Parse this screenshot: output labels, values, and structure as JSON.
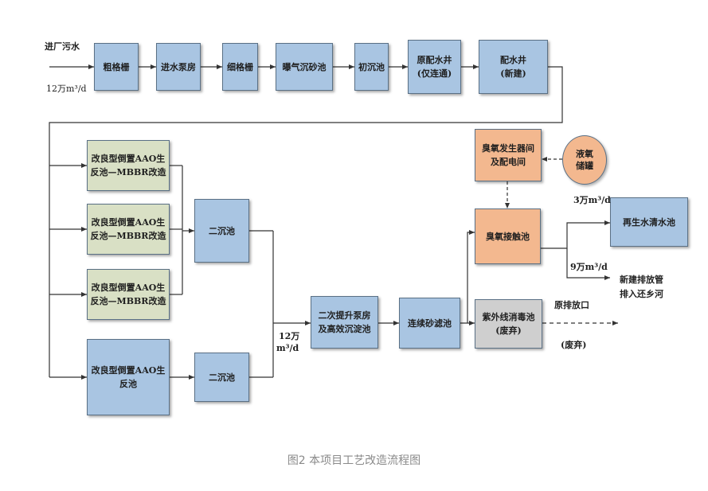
{
  "inflow": {
    "label": "进厂污水",
    "flow_label": "12万m³/d"
  },
  "boxes": {
    "coarse_screen": "粗格栅",
    "pump_house": "进水泵房",
    "fine_screen": "细格栅",
    "aerated_grit": "曝气沉砂池",
    "primary_clarifier": "初沉池",
    "orig_well": "原配水井\n(仅连通)",
    "dist_well": "配水井\n(新建)",
    "aao_mbbr_1": "改良型倒置AAO生\n反池—MBBR改造",
    "aao_mbbr_2": "改良型倒置AAO生\n反池—MBBR改造",
    "aao_mbbr_3": "改良型倒置AAO生\n反池—MBBR改造",
    "aao_4": "改良型倒置AAO生\n反池",
    "secondary_1": "二沉池",
    "secondary_2": "二沉池",
    "lift_pump": "二次提升泵房\n及高效沉淀池",
    "sand_filter": "连续砂滤池",
    "ozone_gen": "臭氧发生器间\n及配电间",
    "ozone_contact": "臭氧接触池",
    "uv": "紫外线消毒池\n(废弃)",
    "reclaimed": "再生水清水池"
  },
  "tank": "液氧\n储罐",
  "labels": {
    "flow_12": "12万",
    "flow_12_unit": "m³/d",
    "flow_3": "3万m³/d",
    "flow_9": "9万m³/d",
    "new_pipe": "新建排放管",
    "new_pipe2": "排入还乡河",
    "orig_outlet": "原排放口",
    "abandoned": "(废弃)"
  },
  "caption": "图2 本项目工艺改造流程图"
}
